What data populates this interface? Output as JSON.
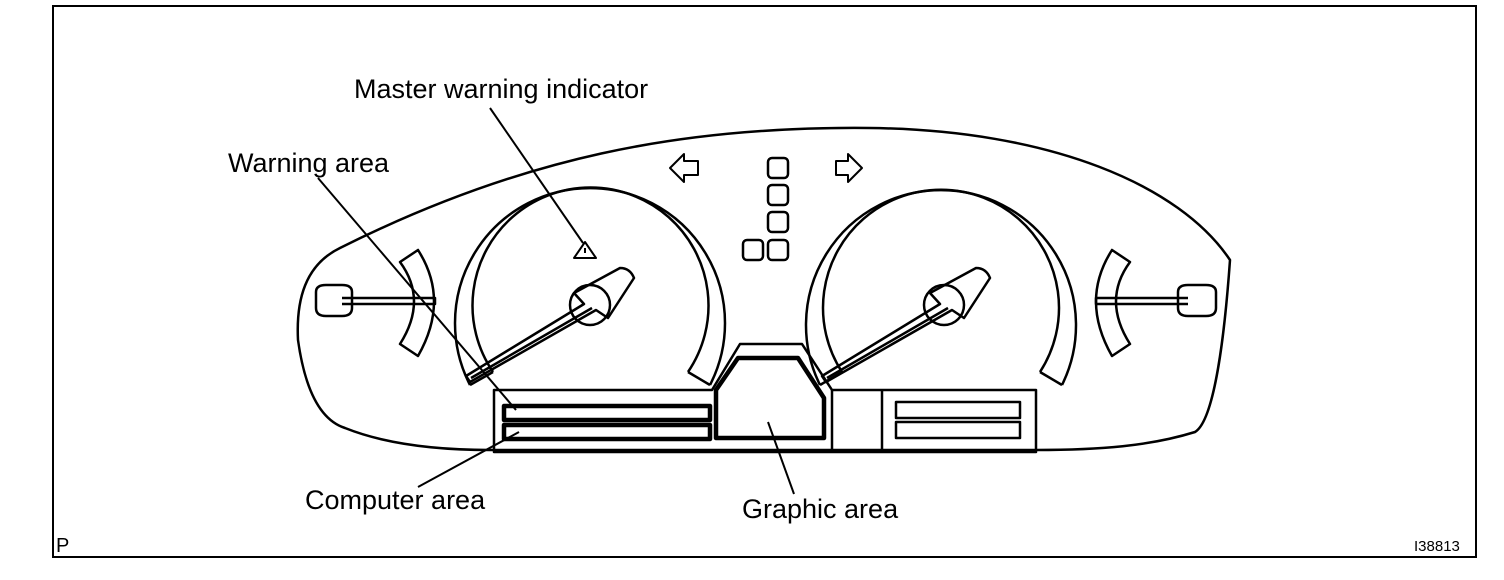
{
  "figure": {
    "callouts": {
      "master_warning": "Master warning indicator",
      "warning_area": "Warning area",
      "computer_area": "Computer area",
      "graphic_area": "Graphic area"
    },
    "page_marker": "P",
    "figure_id": "I38813"
  },
  "colors": {
    "ink": "#000000",
    "paper": "#ffffff"
  },
  "icons": [
    "left-turn-arrow-icon",
    "right-turn-arrow-icon",
    "warning-triangle-icon"
  ]
}
